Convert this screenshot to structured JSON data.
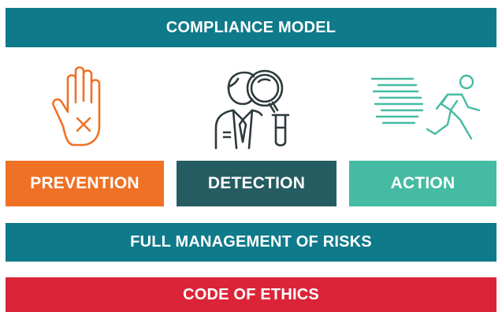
{
  "header": {
    "title": "COMPLIANCE MODEL"
  },
  "pillars": [
    {
      "label": "PREVENTION",
      "icon": "stop-hand-icon",
      "color": "#ef7125"
    },
    {
      "label": "DETECTION",
      "icon": "magnifier-inspector-icon",
      "color": "#255c62"
    },
    {
      "label": "ACTION",
      "icon": "running-person-icon",
      "color": "#44bba2"
    }
  ],
  "risks": {
    "label": "FULL MANAGEMENT OF RISKS"
  },
  "ethics": {
    "label": "CODE OF ETHICS"
  },
  "colors": {
    "primary": "#0f7a8a",
    "ethics": "#dc2438"
  }
}
